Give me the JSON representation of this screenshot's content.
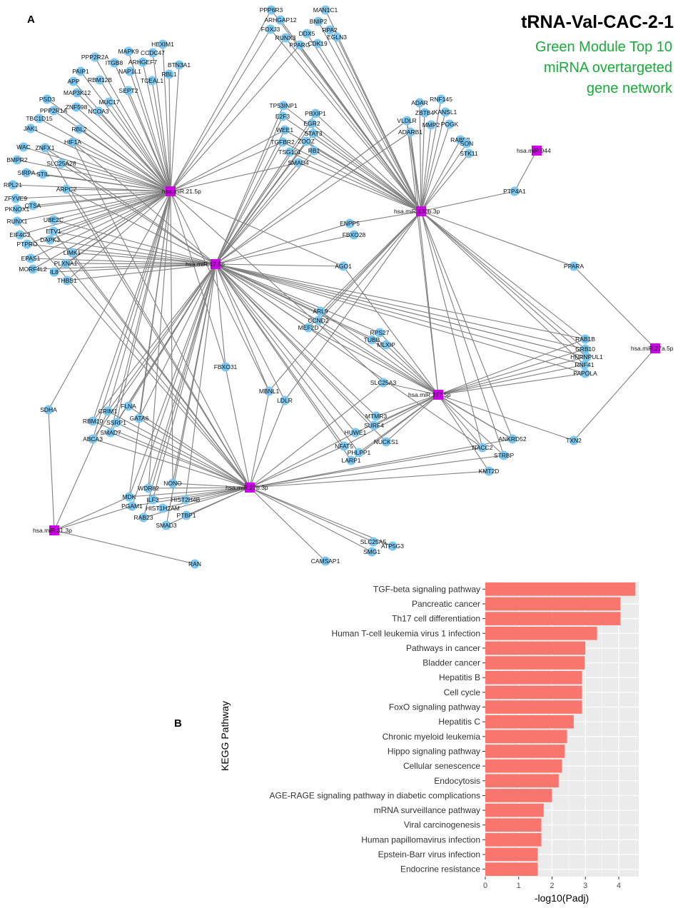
{
  "panels": {
    "a_label": "A",
    "b_label": "B"
  },
  "network": {
    "title": "tRNA-Val-CAC-2-1",
    "subtitle_lines": [
      "Green Module Top 10",
      "miRNA overtargeted",
      "gene network"
    ],
    "colors": {
      "mirna": "#cc00e6",
      "gene": "#7ec8f0",
      "edge": "#808080",
      "subtitle": "#1aaa3a"
    },
    "mirnas": [
      {
        "id": "m21",
        "label": "hsa.miR.21.5p"
      },
      {
        "id": "m17",
        "label": "hsa.miR.17.5p"
      },
      {
        "id": "m130",
        "label": "hsa.miR.130b.3p"
      },
      {
        "id": "m944",
        "label": "hsa.miR.944"
      },
      {
        "id": "m27",
        "label": "hsa.miR.27a.5p"
      },
      {
        "id": "m377",
        "label": "hsa.miR.377.5p"
      },
      {
        "id": "m27b",
        "label": "hsa.miR.27b.3p"
      },
      {
        "id": "m31",
        "label": "hsa.miR.31.3p"
      }
    ],
    "genes": [
      "HEXIM1",
      "MAPK9",
      "CCDC47",
      "PPP2R2A",
      "ITGB8",
      "ARHGEF7",
      "BTN3A1",
      "PAIP1",
      "RBM12B",
      "NAP1L1",
      "RBL1",
      "APP",
      "SEPT2",
      "TCEAL1",
      "MUC17",
      "PSD3",
      "MAP3K12",
      "NCOA3",
      "PPP2R1A",
      "ZNF598",
      "TBC1D15",
      "RBL2",
      "JAK1",
      "WAC",
      "HIF1A",
      "ZNFX1",
      "BMPR2",
      "SLC25A28",
      "SIRPA",
      "STIL",
      "ARPC2",
      "RPL21",
      "ZFYVE9",
      "CTSA",
      "PKNOX1",
      "UBE2C",
      "RUNX1",
      "ETV1",
      "EIF4G2",
      "DAPK3",
      "PTPRO",
      "LIMK1",
      "EPAS1",
      "PLXNA1",
      "MORF4L2",
      "IL8",
      "THBS1",
      "PPP6R3",
      "MAN1C1",
      "ARHGAP12",
      "BNIP2",
      "FOXJ3",
      "RPA2",
      "DDX5",
      "RUNX3",
      "EGLN3",
      "PPARG",
      "CDK19",
      "TP53INP1",
      "E2F3",
      "PBXIP1",
      "EGR2",
      "WEE1",
      "STAT3",
      "ZOOZ",
      "TGFBR2",
      "TSG101",
      "RB1",
      "SMAD4",
      "ADAR",
      "RNF145",
      "ZBTB4",
      "KANSL1",
      "VLDLR",
      "MMP2",
      "POGK",
      "ADARB1",
      "RAB5B",
      "SON",
      "STK11",
      "PTP4A1",
      "ENPP5",
      "FBXO28",
      "AGO1",
      "PPARA",
      "ARL9",
      "CCND2",
      "MEF2D",
      "RPS27",
      "TUBB",
      "MLXIP",
      "RAB1B",
      "GRB10",
      "HNRNPUL1",
      "RNF41",
      "PAPOLA",
      "FBXO31",
      "MBNL1",
      "LDLR",
      "SLC25A3",
      "MTMR3",
      "SURF4",
      "HUWE1",
      "NFAT5",
      "NUCKS1",
      "PHLPP1",
      "LARP1",
      "ANKRD52",
      "NACC2",
      "STRBP",
      "TXN2",
      "KMT2D",
      "SDHA",
      "FLNA",
      "CRIM1",
      "GATA6",
      "RBM10",
      "SSRP1",
      "SMAD7",
      "ABCA3",
      "NONO",
      "WDR82",
      "MDK",
      "HIST2H4B",
      "ILF3",
      "PGAM1",
      "HIST1H2AM",
      "PTBP1",
      "RAB23",
      "SMAD3",
      "SLC25A5",
      "SMG1",
      "ATP5G3",
      "CAMSAP1",
      "RAN"
    ]
  },
  "chart_data": {
    "type": "bar",
    "orientation": "horizontal",
    "categories": [
      "TGF-beta signaling pathway",
      "Pancreatic cancer",
      "Th17 cell differentiation",
      "Human T-cell leukemia virus 1 infection",
      "Pathways in cancer",
      "Bladder cancer",
      "Hepatitis B",
      "Cell cycle",
      "FoxO signaling pathway",
      "Hepatitis C",
      "Chronic myeloid leukemia",
      "Hippo signaling pathway",
      "Cellular senescence",
      "Endocytosis",
      "AGE-RAGE signaling pathway in diabetic complications",
      "mRNA surveillance pathway",
      "Viral carcinogenesis",
      "Human papillomavirus infection",
      "Epstein-Barr virus infection",
      "Endocrine resistance"
    ],
    "values": [
      4.5,
      4.05,
      4.05,
      3.35,
      3.0,
      2.98,
      2.9,
      2.9,
      2.9,
      2.65,
      2.45,
      2.38,
      2.3,
      2.2,
      2.0,
      1.75,
      1.68,
      1.68,
      1.57,
      1.57
    ],
    "xlabel": "-log10(Padj)",
    "ylabel": "KEGG Pathway",
    "xlim": [
      0,
      4.6
    ],
    "xticks": [
      "0",
      "1",
      "2",
      "3",
      "4"
    ],
    "grid": true,
    "bar_color": "#f8766d",
    "panel_bg": "#ebebeb"
  }
}
